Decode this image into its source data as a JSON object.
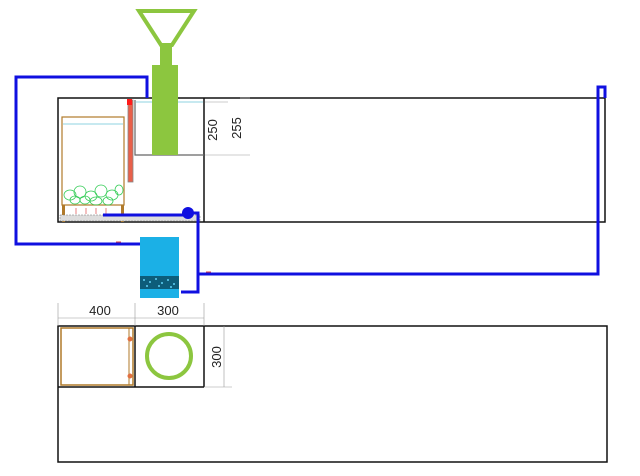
{
  "dimensions": {
    "side_height_inner": "250",
    "side_height_outer": "255",
    "top_width_filter": "400",
    "top_width_reactor": "300",
    "top_depth": "300"
  },
  "colors": {
    "pipe": "#1010e0",
    "funnel": "#8cc63f",
    "reactor": "#1bb0e6",
    "filter_frame": "#b07a2a",
    "heater": "#e8604a",
    "outline": "#111111"
  }
}
